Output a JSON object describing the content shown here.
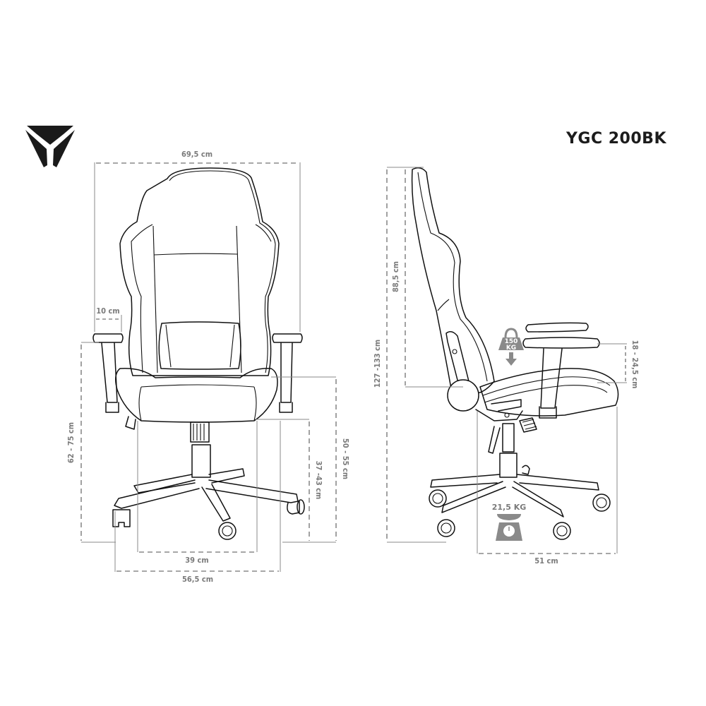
{
  "header": {
    "brand_logo": "yenkee-triangle-logo",
    "model_name": "YGC 200BK"
  },
  "colors": {
    "line": "#111111",
    "dimension": "#8a8a8a",
    "dimension_text": "#7a7a7a",
    "title": "#1c1c1c",
    "background": "#ffffff"
  },
  "front_view": {
    "overall_width": "69,5 cm",
    "armrest_width": "10 cm",
    "armrest_height": "62 - 75 cm",
    "seat_height": "37 -43 cm",
    "armrest_top_height": "50 - 55 cm",
    "seat_width": "39 cm",
    "base_width": "56,5 cm"
  },
  "side_view": {
    "total_height": "127 -133 cm",
    "backrest_height": "88,5 cm",
    "armrest_adjust": "18 - 24,5 cm",
    "depth": "51 cm",
    "max_load": {
      "value": "150",
      "unit": "KG",
      "icon": "weight-icon"
    },
    "chair_weight": {
      "label": "21,5 KG",
      "icon": "scale-icon"
    }
  }
}
